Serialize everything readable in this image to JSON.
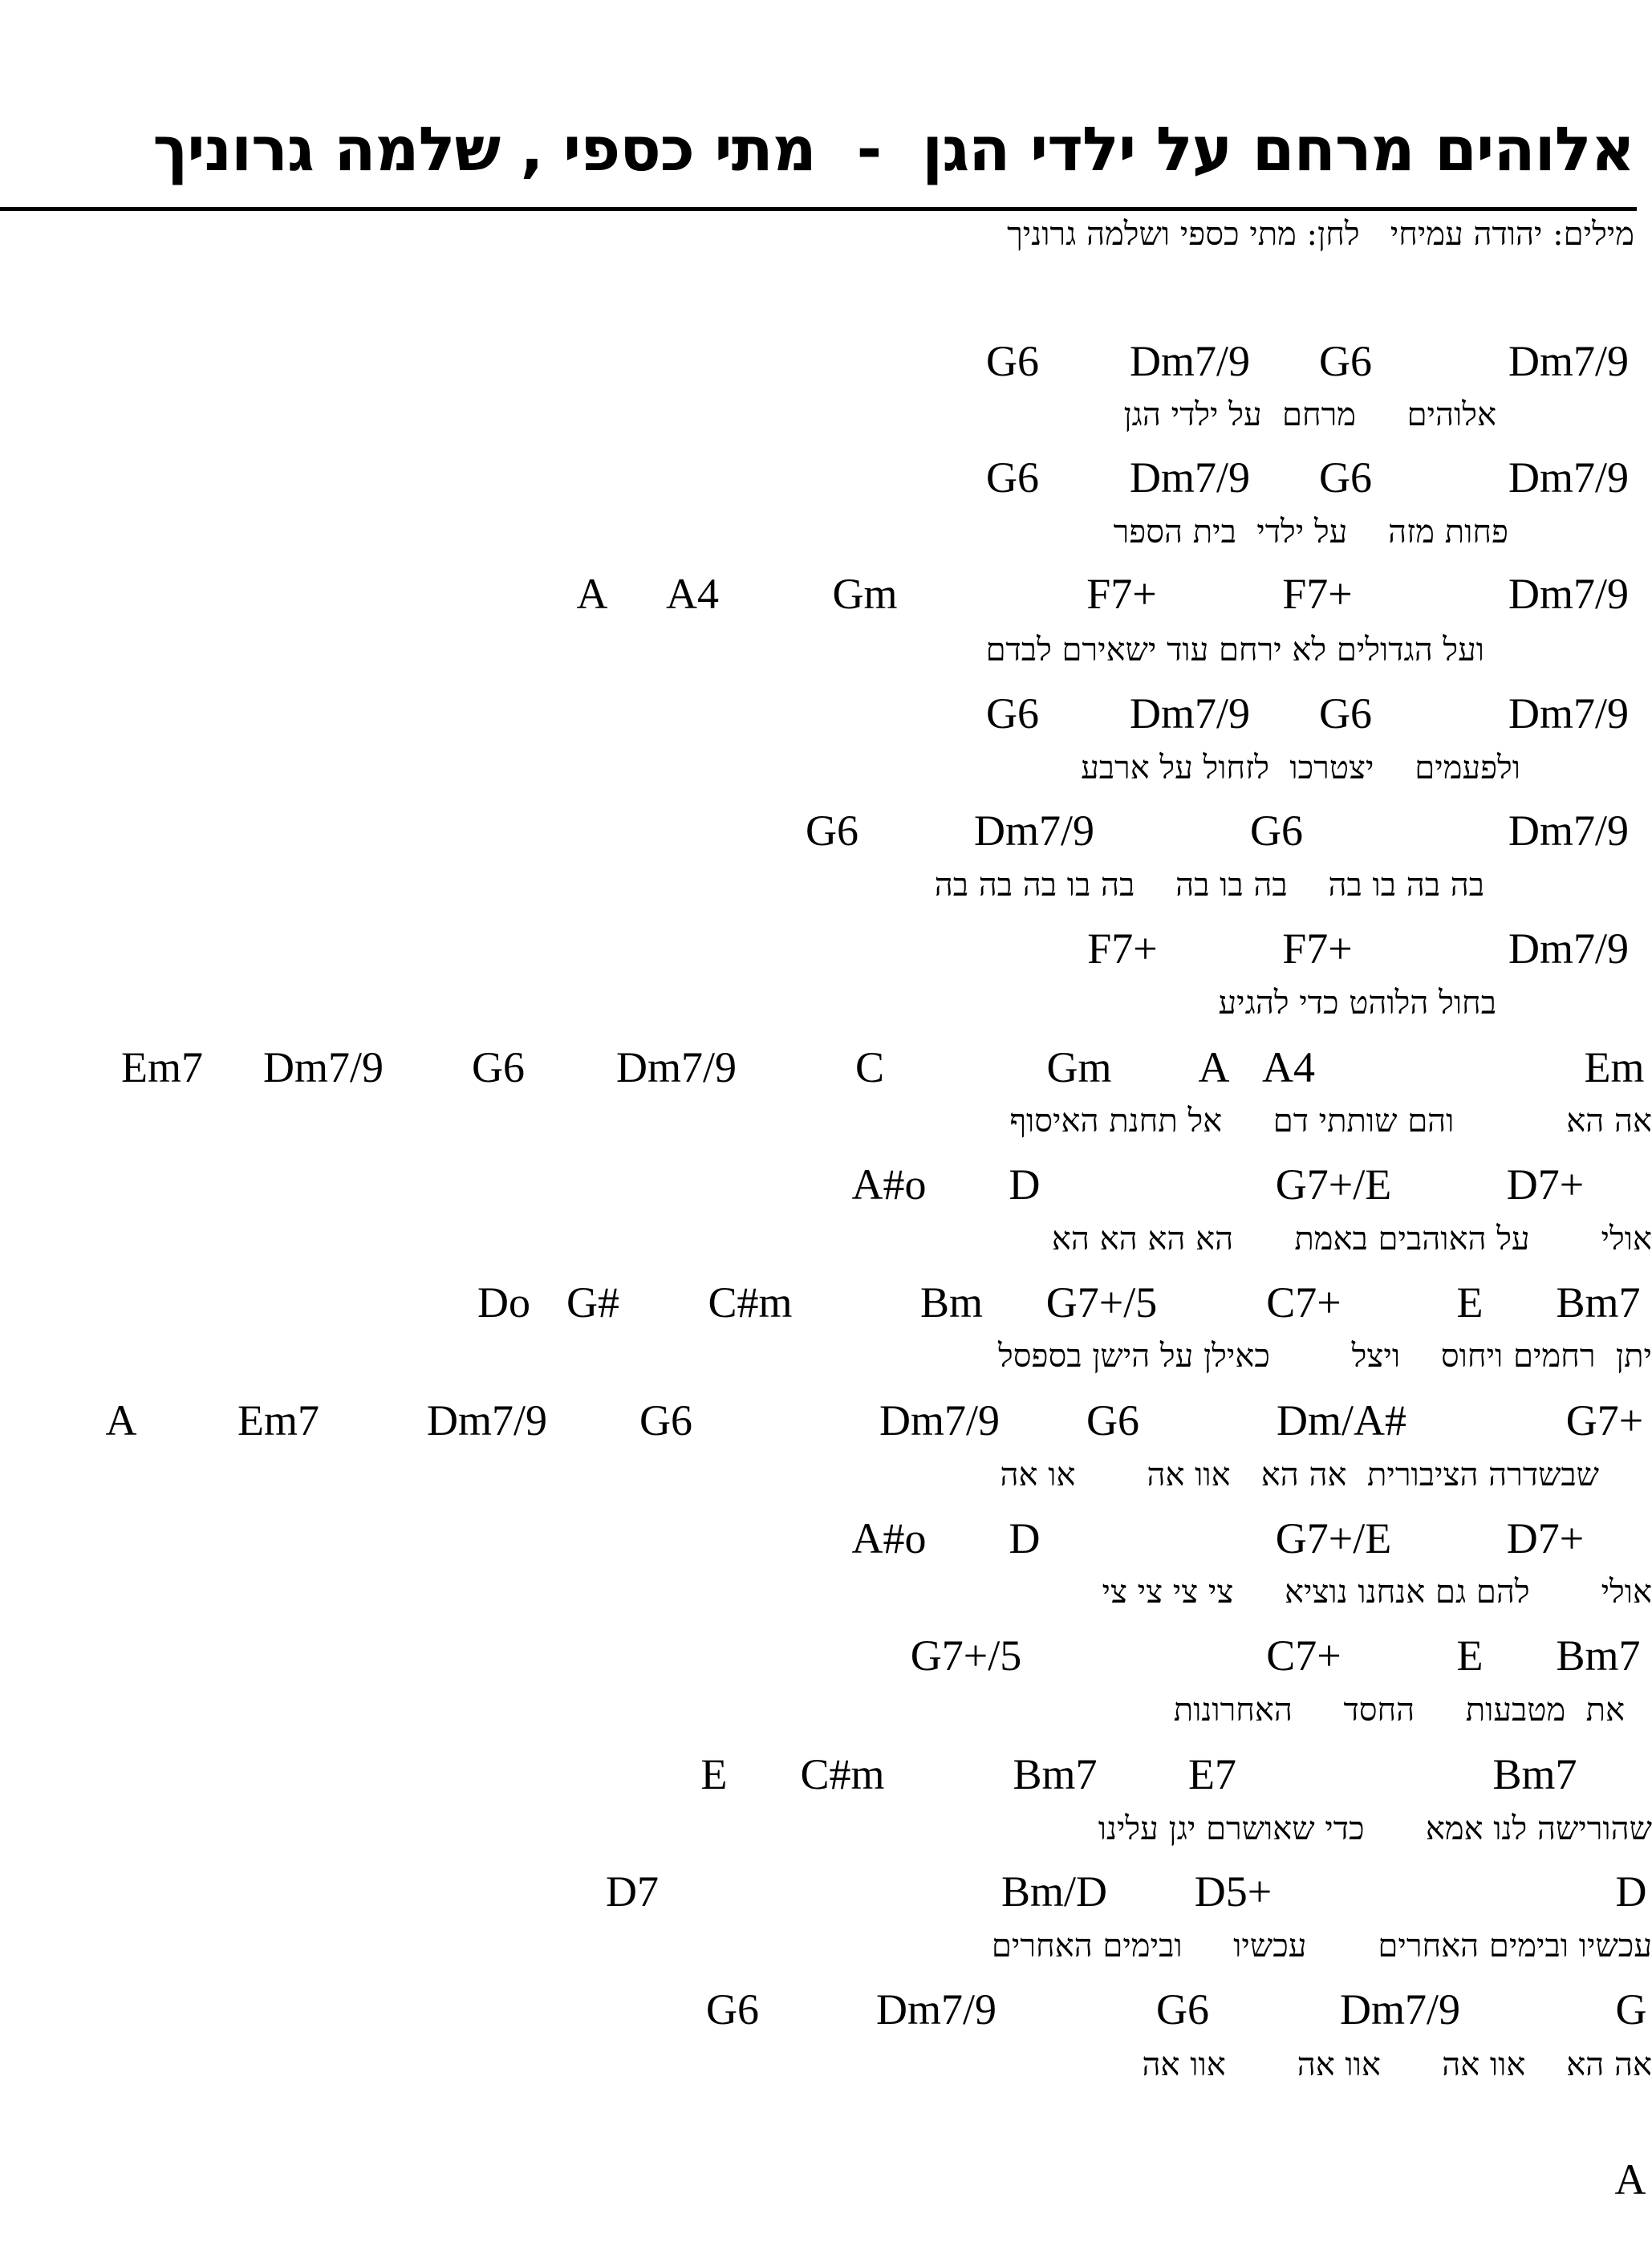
{
  "song": {
    "title": "אלוהים מרחם על ילדי הגן  -  מתי כספי , שלמה גרוניך",
    "credits": "מילים: יהודה עמיחי   לחן: מתי כספי ושלמה גרוניך"
  },
  "lines": [
    {
      "type": "chords",
      "chords": [
        "G6",
        "Dm7/9",
        "G6",
        "Dm7/9"
      ]
    },
    {
      "type": "lyric",
      "text": "אלוהים     מרחם  על ילדי הגן"
    },
    {
      "type": "chords",
      "chords": [
        "G6",
        "Dm7/9",
        "G6",
        "Dm7/9"
      ]
    },
    {
      "type": "lyric",
      "text": "פחות מזה    על ילדי  בית הספר"
    },
    {
      "type": "chords",
      "chords": [
        "A",
        "A4",
        "Gm",
        "F7+",
        "F7+",
        "Dm7/9"
      ]
    },
    {
      "type": "lyric",
      "text": "ועל הגדולים לא ירחם עוד ישאירם לבדם"
    },
    {
      "type": "chords",
      "chords": [
        "G6",
        "Dm7/9",
        "G6",
        "Dm7/9"
      ]
    },
    {
      "type": "lyric",
      "text": "ולפעמים    יצטרכו  לזחול על ארבע"
    },
    {
      "type": "chords",
      "chords": [
        "G6",
        "Dm7/9",
        "G6",
        "Dm7/9"
      ]
    },
    {
      "type": "lyric",
      "text": "בה בה בו בה    בה בו בה    בה בו בה בה בה"
    },
    {
      "type": "chords",
      "chords": [
        "F7+",
        "F7+",
        "Dm7/9"
      ]
    },
    {
      "type": "lyric",
      "text": "בחול הלוהט כדי להגיע"
    },
    {
      "type": "chords",
      "chords": [
        "Em7",
        "Dm7/9",
        "G6",
        "Dm7/9",
        "C",
        "Gm",
        "A",
        "A4",
        "Em"
      ]
    },
    {
      "type": "lyric",
      "text": "אה הא           והם שותתי דם     אל תחנת האיסוף"
    },
    {
      "type": "chords",
      "chords": [
        "A#o",
        "D",
        "G7+/E",
        "D7+"
      ]
    },
    {
      "type": "lyric",
      "text": "אולי       על האוהבים באמת      הא הא הא הא"
    },
    {
      "type": "chords",
      "chords": [
        "Do",
        "G#",
        "C#m",
        "Bm",
        "G7+/5",
        "C7+",
        "E",
        "Bm7"
      ]
    },
    {
      "type": "lyric",
      "text": "יתן  רחמים ויחוס    ויצל        כאילן על הישן בספסל"
    },
    {
      "type": "chords",
      "chords": [
        "A",
        "Em7",
        "Dm7/9",
        "G6",
        "Dm7/9",
        "G6",
        "Dm/A#",
        "G7+"
      ]
    },
    {
      "type": "lyric",
      "text": "שבשדרה הציבורית  אה הא   אוו אה       או אה"
    },
    {
      "type": "chords",
      "chords": [
        "A#o",
        "D",
        "G7+/E",
        "D7+"
      ]
    },
    {
      "type": "lyric",
      "text": "אולי       להם גם אנחנו נוציא     צי צי צי צי"
    },
    {
      "type": "chords",
      "chords": [
        "G7+/5",
        "C7+",
        "E",
        "Bm7"
      ]
    },
    {
      "type": "lyric",
      "text": "את  מטבעות     החסד     האחרונות"
    },
    {
      "type": "chords",
      "chords": [
        "E",
        "C#m",
        "Bm7",
        "E7",
        "Bm7"
      ]
    },
    {
      "type": "lyric",
      "text": "שהורישה לנו אמא      כדי שאושרם יגן עלינו"
    },
    {
      "type": "chords",
      "chords": [
        "D7",
        "Bm/D",
        "D5+",
        "D"
      ]
    },
    {
      "type": "lyric",
      "text": "עכשיו ובימים האחרים       עכשיו     ובימים האחרים"
    },
    {
      "type": "chords",
      "chords": [
        "G6",
        "Dm7/9",
        "G6",
        "Dm7/9",
        "G"
      ]
    },
    {
      "type": "lyric",
      "text": "אה הא    אוו אה      אוו אה       אוו אה"
    },
    {
      "type": "chords",
      "chords": [
        "A"
      ]
    }
  ]
}
